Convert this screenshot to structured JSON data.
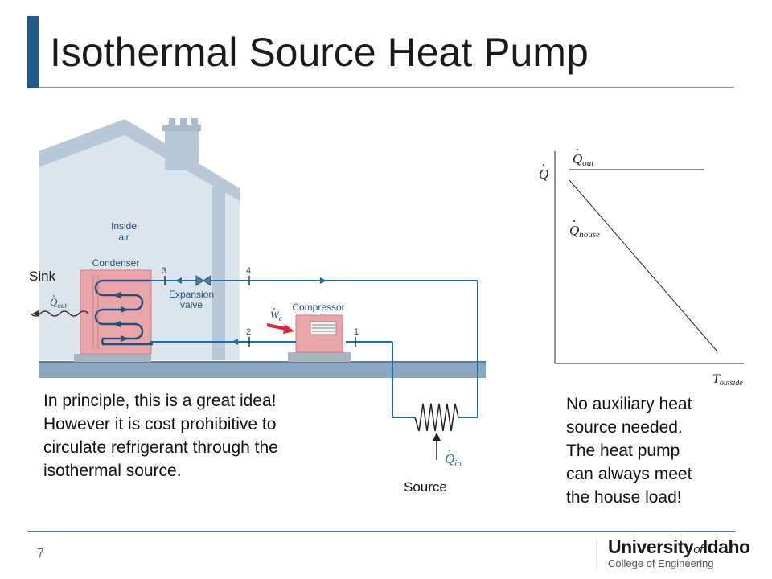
{
  "slide": {
    "title": "Isothermal Source Heat Pump",
    "number": "7"
  },
  "diagram": {
    "sink_label": "Sink",
    "source_label": "Source",
    "inside_air": [
      "Inside",
      "air"
    ],
    "condenser": "Condenser",
    "expansion_valve": [
      "Expansion",
      "valve"
    ],
    "compressor": "Compressor",
    "q_out_symbol": "Q",
    "q_out_sub": "out",
    "w_symbol": "W",
    "w_sub": "c",
    "q_in_symbol": "Q",
    "q_in_sub": "in",
    "state_numbers": [
      "1",
      "2",
      "3",
      "4"
    ]
  },
  "graph": {
    "y_symbol": "Q",
    "q_out_symbol": "Q",
    "q_out_sub": "out",
    "q_house_symbol": "Q",
    "q_house_sub": "house",
    "x_symbol": "T",
    "x_sub": "outside"
  },
  "text": {
    "left": [
      "In principle, this is a great idea!",
      "However it is cost prohibitive to",
      "circulate refrigerant through the",
      "isothermal source."
    ],
    "right": [
      "No auxiliary heat",
      "source needed.",
      "The heat pump",
      "can always meet",
      "the house load!"
    ]
  },
  "logo": {
    "name_a": "University",
    "name_of": "of",
    "name_b": "Idaho",
    "college": "College of Engineering"
  },
  "colors": {
    "accent": "#1f5e8c",
    "wall": "#cfd9e4",
    "ground": "#8ba7bf",
    "unit": "#e8a4a8",
    "pipe": "#1a6ea0",
    "arrow_red": "#d8263a"
  }
}
